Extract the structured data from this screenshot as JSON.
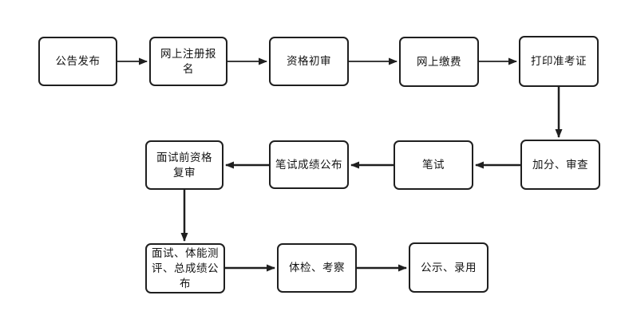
{
  "diagram": {
    "type": "flowchart",
    "nodes": {
      "announcement_release": "公告发布",
      "online_registration": "网上注册报名",
      "qualification_initial_review": "资格初审",
      "online_payment": "网上缴费",
      "print_admission_ticket": "打印准考证",
      "bonus_points_review": "加分、审查",
      "written_exam": "笔试",
      "written_exam_results_release": "笔试成绩公布",
      "pre_interview_qualification_recheck": "面试前资格复审",
      "interview_physical_test_total_score_release": "面试、体能测评、总成绩公布",
      "medical_exam_inspection": "体检、考察",
      "publicity_employment": "公示、录用"
    },
    "edges": [
      {
        "from": "announcement_release",
        "to": "online_registration",
        "direction": "right"
      },
      {
        "from": "online_registration",
        "to": "qualification_initial_review",
        "direction": "right"
      },
      {
        "from": "qualification_initial_review",
        "to": "online_payment",
        "direction": "right"
      },
      {
        "from": "online_payment",
        "to": "print_admission_ticket",
        "direction": "right"
      },
      {
        "from": "print_admission_ticket",
        "to": "bonus_points_review",
        "direction": "down"
      },
      {
        "from": "bonus_points_review",
        "to": "written_exam",
        "direction": "left"
      },
      {
        "from": "written_exam",
        "to": "written_exam_results_release",
        "direction": "left"
      },
      {
        "from": "written_exam_results_release",
        "to": "pre_interview_qualification_recheck",
        "direction": "left"
      },
      {
        "from": "pre_interview_qualification_recheck",
        "to": "interview_physical_test_total_score_release",
        "direction": "down"
      },
      {
        "from": "interview_physical_test_total_score_release",
        "to": "medical_exam_inspection",
        "direction": "right"
      },
      {
        "from": "medical_exam_inspection",
        "to": "publicity_employment",
        "direction": "right"
      }
    ],
    "colors": {
      "box_border": "#1f1f1f",
      "box_fill": "#ffffff",
      "arrow": "#1f1f1f",
      "background": "#ffffff",
      "text": "#141414"
    }
  }
}
